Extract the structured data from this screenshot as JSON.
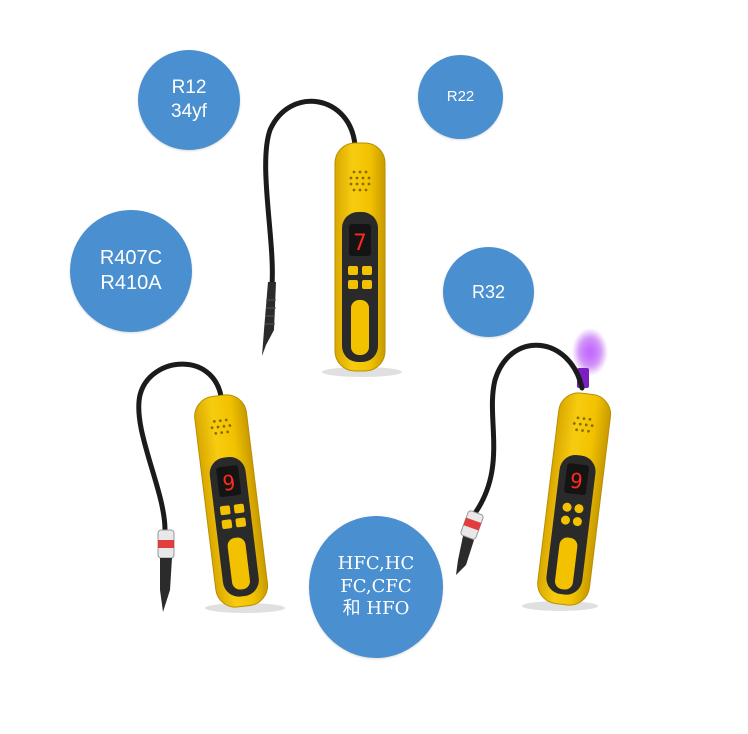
{
  "bubbles": [
    {
      "lines": [
        "R12",
        "34yf"
      ]
    },
    {
      "lines": [
        "R22"
      ]
    },
    {
      "lines": [
        "R407C",
        "R410A"
      ]
    },
    {
      "lines": [
        "R32"
      ]
    },
    {
      "lines": [
        "HFC,HC",
        "FC,CFC",
        "和 HFO"
      ]
    }
  ],
  "devices": [
    {
      "display": "7",
      "uv_light": false
    },
    {
      "display": "9",
      "uv_light": false
    },
    {
      "display": "9",
      "uv_light": true
    }
  ],
  "colors": {
    "bubble": "#4a8fcf",
    "housing": "#f2c200",
    "panel": "#2a2a2a",
    "display_digit": "#ff2a1a",
    "uv_glow": "#a020f0"
  }
}
